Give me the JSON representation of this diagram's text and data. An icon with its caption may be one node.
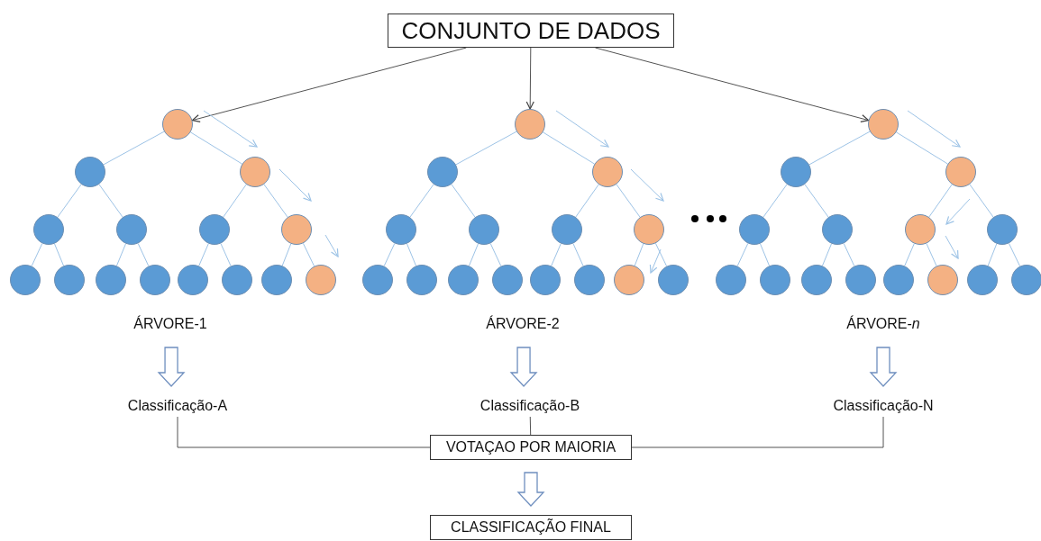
{
  "diagram": {
    "nodes": [
      {
        "text": [
          "CONJUNTO DE DADOS"
        ]
      },
      {
        "text": [],
        "shape": "circle"
      },
      {
        "text": [],
        "shape": "circle"
      },
      {
        "text": [],
        "shape": "circle"
      },
      {
        "text": [],
        "shape": "circle"
      },
      {
        "text": [],
        "shape": "circle"
      },
      {
        "text": [],
        "shape": "circle"
      },
      {
        "text": [],
        "shape": "circle"
      },
      {
        "text": [],
        "shape": "circle"
      },
      {
        "text": [],
        "shape": "circle"
      },
      {
        "text": [],
        "shape": "circle"
      },
      {
        "text": [],
        "shape": "circle"
      },
      {
        "text": [],
        "shape": "circle"
      },
      {
        "text": [],
        "shape": "circle"
      },
      {
        "text": [],
        "shape": "circle"
      },
      {
        "text": [],
        "shape": "circle"
      },
      {
        "text": [],
        "shape": "circle"
      },
      {
        "text": [],
        "shape": "circle"
      },
      {
        "text": [],
        "shape": "circle"
      },
      {
        "text": [],
        "shape": "circle"
      },
      {
        "text": [],
        "shape": "circle"
      },
      {
        "text": [],
        "shape": "circle"
      },
      {
        "text": [],
        "shape": "circle"
      },
      {
        "text": [],
        "shape": "circle"
      },
      {
        "text": [],
        "shape": "circle"
      },
      {
        "text": [],
        "shape": "circle"
      },
      {
        "text": [],
        "shape": "circle"
      },
      {
        "text": [],
        "shape": "circle"
      },
      {
        "text": [],
        "shape": "circle"
      },
      {
        "text": [],
        "shape": "circle"
      },
      {
        "text": [],
        "shape": "circle"
      },
      {
        "text": [],
        "shape": "circle"
      },
      {
        "text": [],
        "shape": "circle"
      },
      {
        "text": [],
        "shape": "circle"
      },
      {
        "text": [],
        "shape": "circle"
      },
      {
        "text": [],
        "shape": "circle"
      },
      {
        "text": [],
        "shape": "circle"
      },
      {
        "text": [],
        "shape": "circle"
      },
      {
        "text": [],
        "shape": "circle"
      },
      {
        "text": [],
        "shape": "circle"
      },
      {
        "text": [],
        "shape": "circle"
      },
      {
        "text": [],
        "shape": "circle"
      },
      {
        "text": [],
        "shape": "circle"
      },
      {
        "text": [],
        "shape": "circle"
      },
      {
        "text": [],
        "shape": "circle"
      },
      {
        "text": [],
        "shape": "circle"
      },
      {
        "text": [
          "ÁRVORE-1"
        ]
      },
      {
        "text": [
          "ÁRVORE-2"
        ]
      },
      {
        "text": [
          "ÁRVORE-*n*"
        ]
      },
      {
        "text": [
          "Classificação-A"
        ]
      },
      {
        "text": [
          "Classificação-B"
        ]
      },
      {
        "text": [
          "Classificação-N"
        ]
      },
      {
        "text": [
          "VOTAÇAO POR MAIORIA"
        ]
      },
      {
        "text": [
          "CLASSIFICAÇÃO FINAL"
        ]
      }
    ],
    "edges": [
      {
        "from": 0,
        "to": 1,
        "arrow": "to",
        "color": "#404040"
      },
      {
        "from": 0,
        "to": 16,
        "arrow": "to",
        "color": "#404040"
      },
      {
        "from": 0,
        "to": 31,
        "arrow": "to",
        "color": "#404040"
      },
      {
        "from": 1,
        "to": 2,
        "arrow": "none"
      },
      {
        "from": 1,
        "to": 3,
        "arrow": "none"
      },
      {
        "from": 2,
        "to": 4,
        "arrow": "none"
      },
      {
        "from": 2,
        "to": 5,
        "arrow": "none"
      },
      {
        "from": 3,
        "to": 6,
        "arrow": "none"
      },
      {
        "from": 3,
        "to": 7,
        "arrow": "none"
      },
      {
        "from": 4,
        "to": 8,
        "arrow": "none"
      },
      {
        "from": 4,
        "to": 9,
        "arrow": "none"
      },
      {
        "from": 5,
        "to": 10,
        "arrow": "none"
      },
      {
        "from": 5,
        "to": 11,
        "arrow": "none"
      },
      {
        "from": 6,
        "to": 12,
        "arrow": "none"
      },
      {
        "from": 6,
        "to": 13,
        "arrow": "none"
      },
      {
        "from": 7,
        "to": 14,
        "arrow": "none"
      },
      {
        "from": 7,
        "to": 15,
        "arrow": "none"
      },
      {
        "from": 16,
        "to": 17,
        "arrow": "none"
      },
      {
        "from": 16,
        "to": 18,
        "arrow": "none"
      },
      {
        "from": 17,
        "to": 19,
        "arrow": "none"
      },
      {
        "from": 17,
        "to": 20,
        "arrow": "none"
      },
      {
        "from": 18,
        "to": 21,
        "arrow": "none"
      },
      {
        "from": 18,
        "to": 22,
        "arrow": "none"
      },
      {
        "from": 19,
        "to": 23,
        "arrow": "none"
      },
      {
        "from": 19,
        "to": 24,
        "arrow": "none"
      },
      {
        "from": 20,
        "to": 25,
        "arrow": "none"
      },
      {
        "from": 20,
        "to": 26,
        "arrow": "none"
      },
      {
        "from": 21,
        "to": 27,
        "arrow": "none"
      },
      {
        "from": 21,
        "to": 28,
        "arrow": "none"
      },
      {
        "from": 22,
        "to": 29,
        "arrow": "none"
      },
      {
        "from": 22,
        "to": 30,
        "arrow": "none"
      },
      {
        "from": 31,
        "to": 32,
        "arrow": "none"
      },
      {
        "from": 31,
        "to": 33,
        "arrow": "none"
      },
      {
        "from": 32,
        "to": 34,
        "arrow": "none"
      },
      {
        "from": 32,
        "to": 35,
        "arrow": "none"
      },
      {
        "from": 33,
        "to": 36,
        "arrow": "none"
      },
      {
        "from": 33,
        "to": 37,
        "arrow": "none"
      },
      {
        "from": 34,
        "to": 38,
        "arrow": "none"
      },
      {
        "from": 34,
        "to": 39,
        "arrow": "none"
      },
      {
        "from": 35,
        "to": 40,
        "arrow": "none"
      },
      {
        "from": 35,
        "to": 41,
        "arrow": "none"
      },
      {
        "from": 36,
        "to": 42,
        "arrow": "none"
      },
      {
        "from": 36,
        "to": 43,
        "arrow": "none"
      },
      {
        "from": 37,
        "to": 44,
        "arrow": "none"
      },
      {
        "from": 37,
        "to": 45,
        "arrow": "none"
      },
      {
        "from": 46,
        "to": 49,
        "arrow": "to",
        "style": "thick"
      },
      {
        "from": 47,
        "to": 50,
        "arrow": "to",
        "style": "thick"
      },
      {
        "from": 48,
        "to": 51,
        "arrow": "to",
        "style": "thick"
      },
      {
        "from": 49,
        "to": 52,
        "arrow": "none",
        "color": "#404040"
      },
      {
        "from": 50,
        "to": 52,
        "arrow": "none",
        "color": "#404040"
      },
      {
        "from": 51,
        "to": 52,
        "arrow": "none",
        "color": "#404040"
      },
      {
        "from": 52,
        "to": 53,
        "arrow": "to",
        "style": "thick"
      }
    ]
  }
}
